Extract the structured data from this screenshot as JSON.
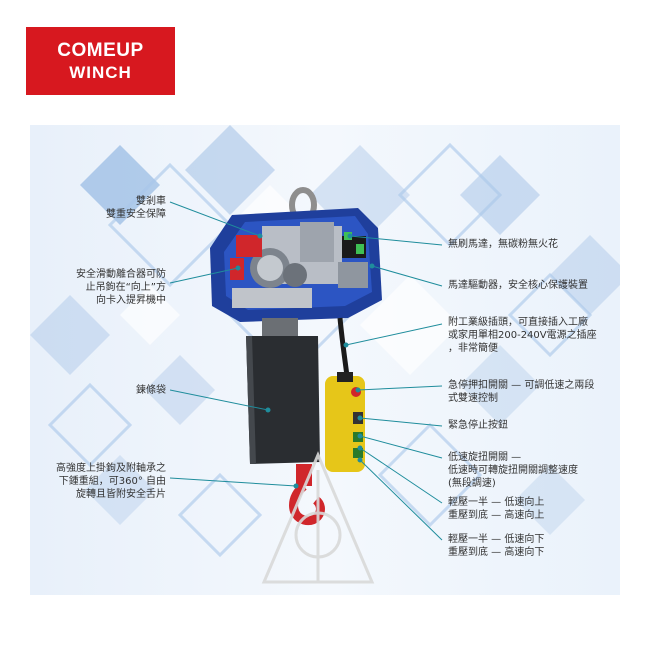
{
  "brand": {
    "line1": "COMEUP",
    "line2": "WINCH",
    "color": "#d7181f"
  },
  "labels_left": [
    {
      "id": "brake",
      "lines": [
        "雙剎車",
        "雙重安全保障"
      ]
    },
    {
      "id": "clutch",
      "lines": [
        "安全滑動離合器可防",
        "止吊鉤在“向上”方",
        "向卡入提昇機中"
      ]
    },
    {
      "id": "chain-bag",
      "lines": [
        "鍊條袋"
      ]
    },
    {
      "id": "hook",
      "lines": [
        "高強度上掛鉤及附軸承之",
        "下鍾重組，可360° 自由",
        "旋轉且皆附安全舌片"
      ]
    }
  ],
  "labels_right": [
    {
      "id": "motor",
      "lines": [
        "無刷馬達，無碳粉無火花"
      ]
    },
    {
      "id": "driver",
      "lines": [
        "馬達驅動器，安全核心保護裝置"
      ]
    },
    {
      "id": "plug",
      "lines": [
        "附工業級插頭，可直接插入工廠",
        "或家用單相200-240V電源之插座",
        "，非常簡便"
      ]
    },
    {
      "id": "estop-switch",
      "lines": [
        "急停押扣開關 — 可調低速之兩段",
        "式雙速控制"
      ]
    },
    {
      "id": "estop-button",
      "lines": [
        "緊急停止按鈕"
      ]
    },
    {
      "id": "speed-knob",
      "lines": [
        "低速旋扭開關 —",
        "低速時可轉旋扭開關調整速度",
        "(無段調速)"
      ]
    },
    {
      "id": "up-button",
      "lines": [
        "輕壓一半 — 低速向上",
        "重壓到底 — 高速向上"
      ]
    },
    {
      "id": "down-button",
      "lines": [
        "輕壓一半 — 低速向下",
        "重壓到底 — 高速向下"
      ]
    }
  ],
  "colors": {
    "leader": "#1f8d9c",
    "hoist_blue": "#1f3f9c",
    "pendant_yellow": "#e6c619",
    "hook_red": "#d0262b"
  }
}
